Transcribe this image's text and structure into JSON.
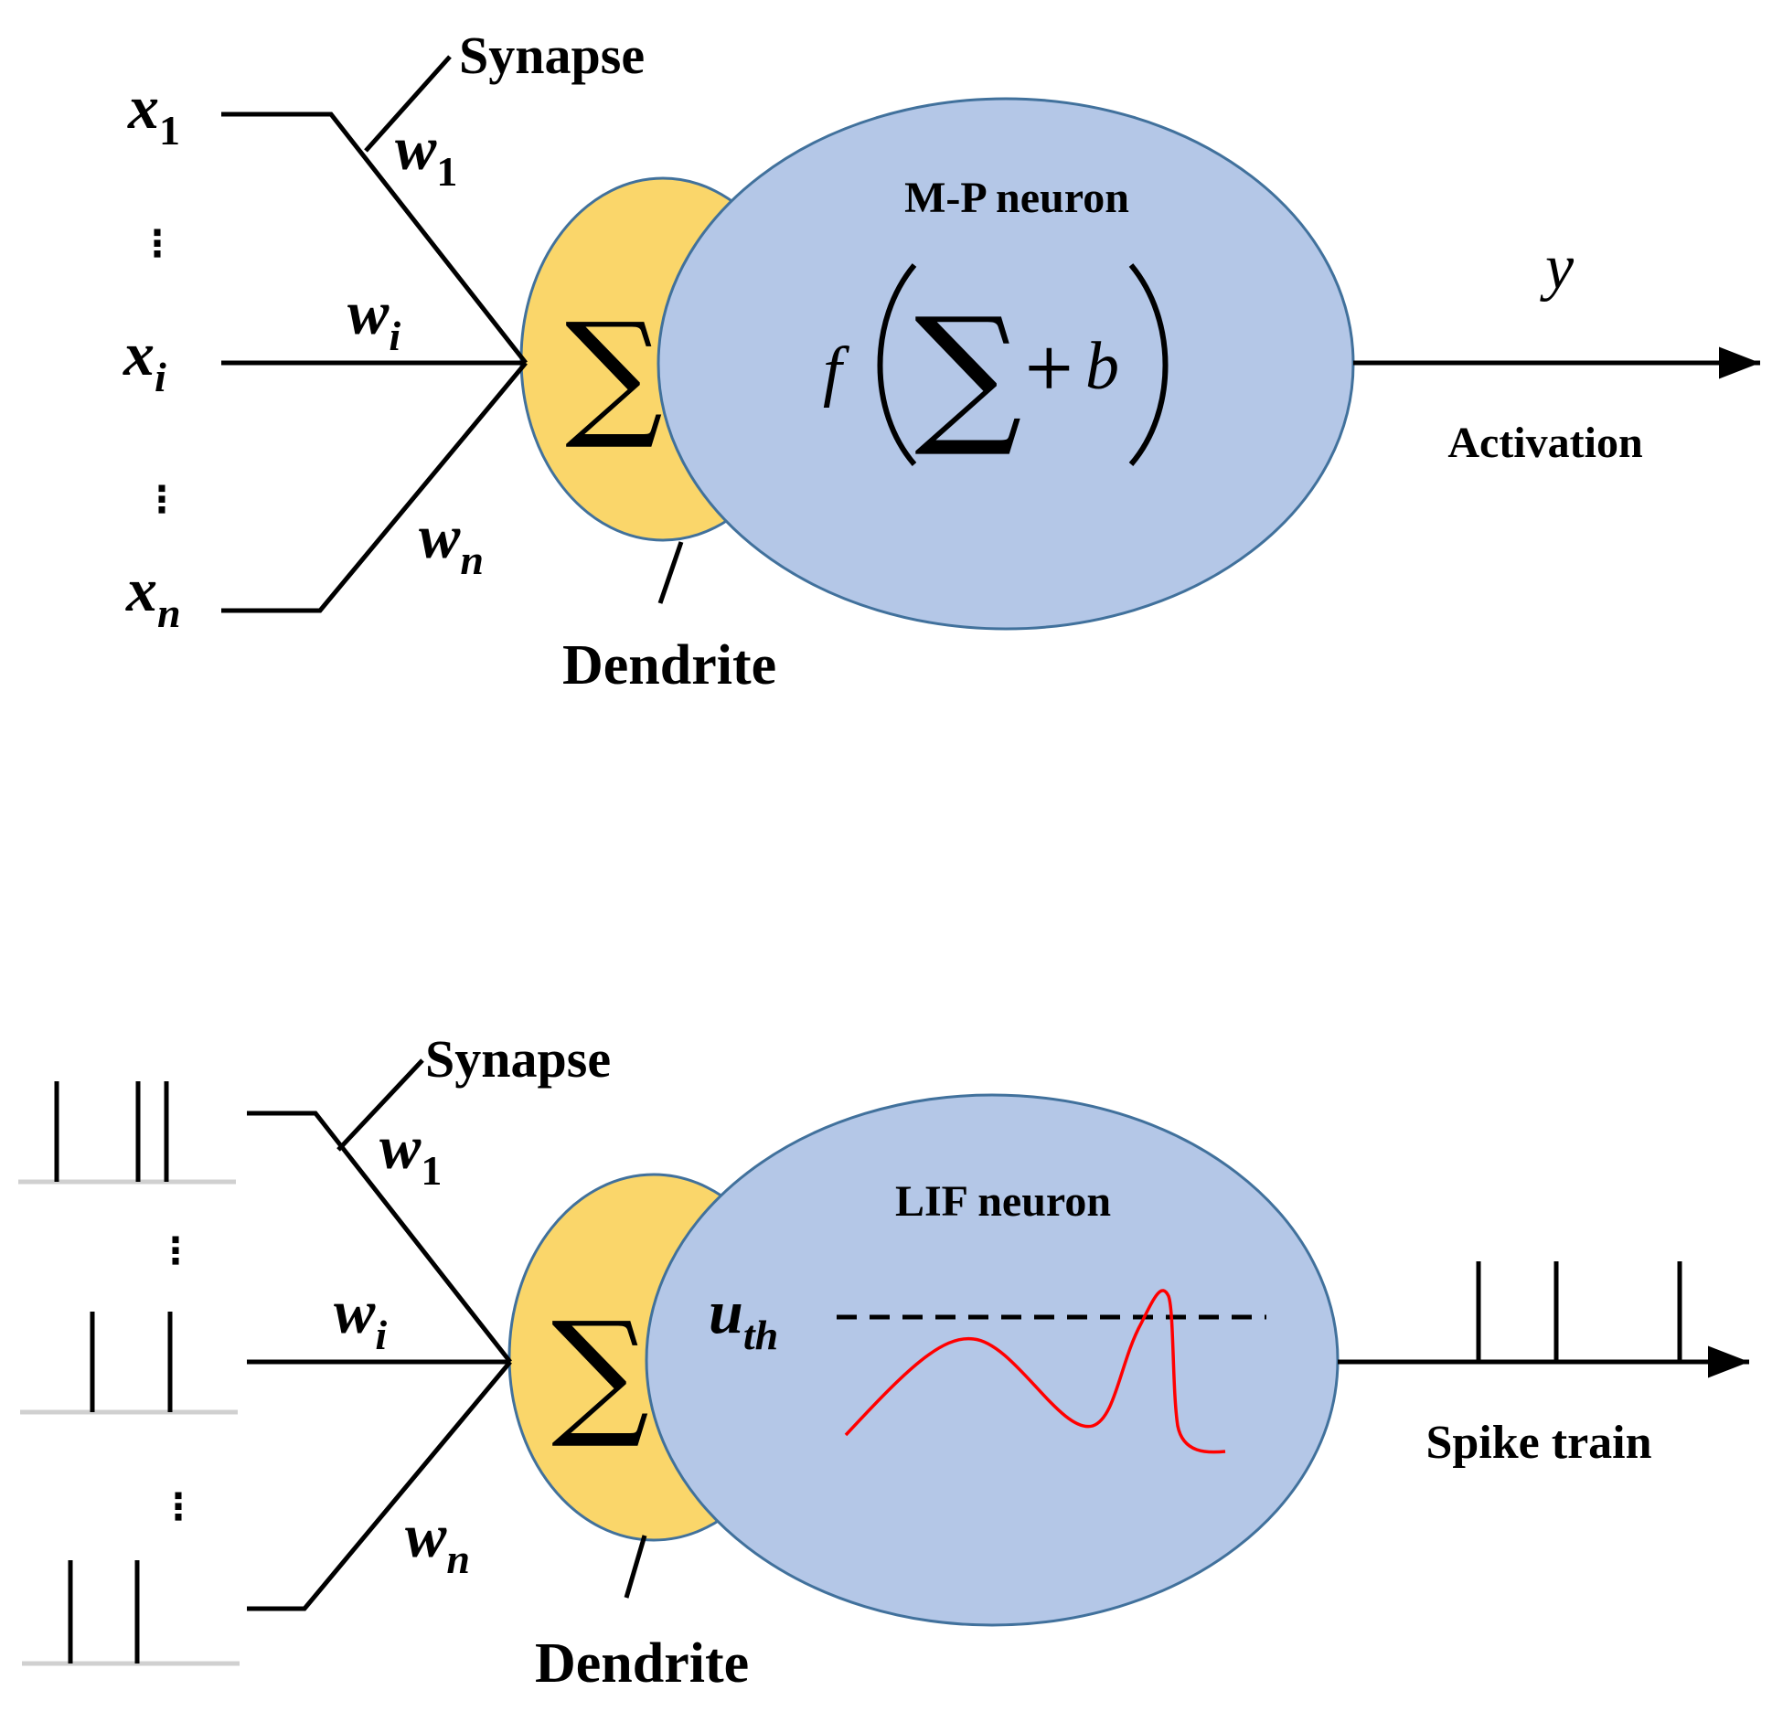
{
  "top": {
    "neuron_title": "M-P neuron",
    "synapse_label": "Synapse",
    "dendrite_label": "Dendrite",
    "output_var": "y",
    "output_label": "Activation",
    "inputs": [
      {
        "var": "x",
        "sub": "1"
      },
      {
        "var": "x",
        "sub": "i"
      },
      {
        "var": "x",
        "sub": "n"
      }
    ],
    "weights": [
      {
        "var": "w",
        "sub": "1"
      },
      {
        "var": "w",
        "sub": "i"
      },
      {
        "var": "w",
        "sub": "n"
      }
    ],
    "sum_symbol": "∑",
    "formula": {
      "f": "f",
      "sum": "∑",
      "plus": "+",
      "b": "b"
    }
  },
  "bottom": {
    "neuron_title": "LIF neuron",
    "synapse_label": "Synapse",
    "dendrite_label": "Dendrite",
    "output_label": "Spike train",
    "threshold": {
      "var": "u",
      "sub": "th"
    },
    "weights": [
      {
        "var": "w",
        "sub": "1"
      },
      {
        "var": "w",
        "sub": "i"
      },
      {
        "var": "w",
        "sub": "n"
      }
    ],
    "sum_symbol": "∑"
  },
  "colors": {
    "dendrite_fill": "#FAD66A",
    "soma_fill": "#B4C7E7",
    "outline": "#41719C",
    "membrane_curve": "#FF0000",
    "baseline": "#D0D0D0"
  }
}
